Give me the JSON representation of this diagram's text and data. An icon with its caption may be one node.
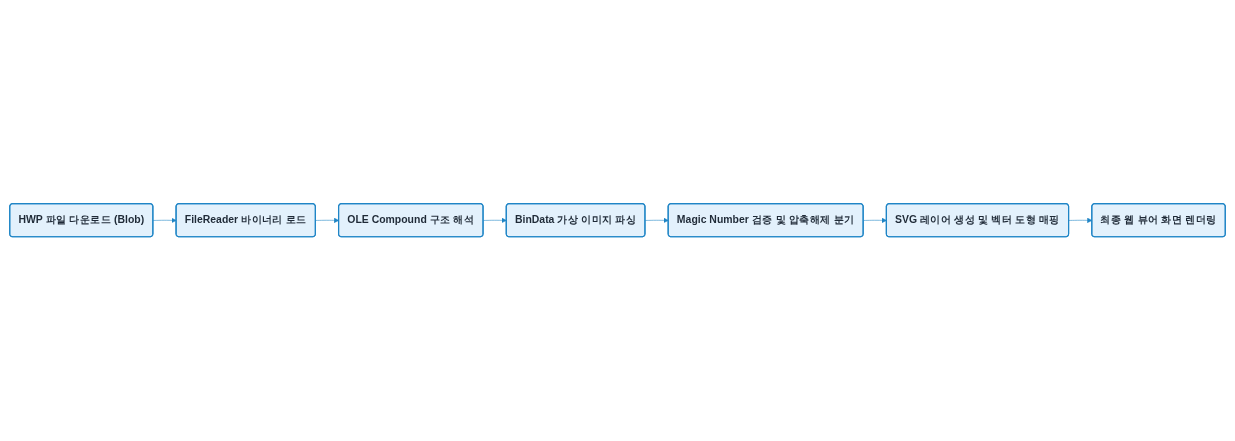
{
  "diagram": {
    "nodes": [
      {
        "text": [
          "HWP 파일 다운로드 (Blob)"
        ]
      },
      {
        "text": [
          "FileReader 바이너리 로드"
        ]
      },
      {
        "text": [
          "OLE Compound 구조 해석"
        ]
      },
      {
        "text": [
          "BinData 가상 이미지 파싱"
        ]
      },
      {
        "text": [
          "Magic Number 검증 및 압축해제 분기"
        ]
      },
      {
        "text": [
          "SVG 레이어 생성 및 벡터 도형 매핑"
        ]
      },
      {
        "text": [
          "최종 웹 뷰어 화면 렌더링"
        ]
      }
    ],
    "edges": [
      {
        "from": 0,
        "to": 1,
        "arrow": "to"
      },
      {
        "from": 1,
        "to": 2,
        "arrow": "to"
      },
      {
        "from": 2,
        "to": 3,
        "arrow": "to"
      },
      {
        "from": 3,
        "to": 4,
        "arrow": "to"
      },
      {
        "from": 4,
        "to": 5,
        "arrow": "to"
      },
      {
        "from": 5,
        "to": 6,
        "arrow": "to"
      }
    ]
  }
}
